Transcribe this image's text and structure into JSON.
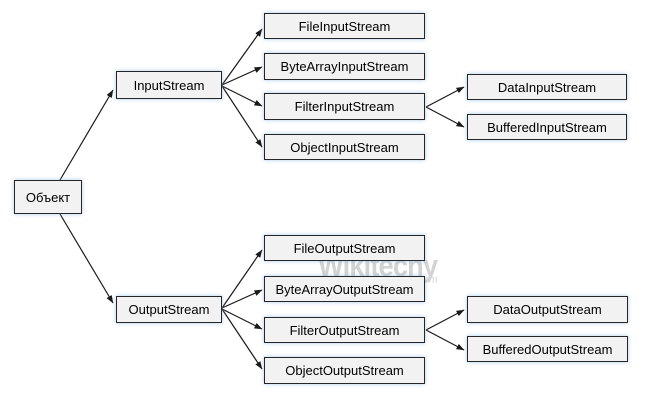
{
  "diagram": {
    "description": "Class hierarchy tree of Java I/O byte stream classes",
    "nodes": {
      "root": {
        "label": "Объект"
      },
      "input_stream": {
        "label": "InputStream"
      },
      "file_input_stream": {
        "label": "FileInputStream"
      },
      "byte_array_input_stream": {
        "label": "ByteArrayInputStream"
      },
      "filter_input_stream": {
        "label": "FilterInputStream"
      },
      "object_input_stream": {
        "label": "ObjectInputStream"
      },
      "data_input_stream": {
        "label": "DataInputStream"
      },
      "buffered_input_stream": {
        "label": "BufferedInputStream"
      },
      "output_stream": {
        "label": "OutputStream"
      },
      "file_output_stream": {
        "label": "FileOutputStream"
      },
      "byte_array_output_stream": {
        "label": "ByteArrayOutputStream"
      },
      "filter_output_stream": {
        "label": "FilterOutputStream"
      },
      "object_output_stream": {
        "label": "ObjectOutputStream"
      },
      "data_output_stream": {
        "label": "DataOutputStream"
      },
      "buffered_output_stream": {
        "label": "BufferedOutputStream"
      }
    },
    "edges": [
      {
        "from": "root",
        "to": "input_stream"
      },
      {
        "from": "root",
        "to": "output_stream"
      },
      {
        "from": "input_stream",
        "to": "file_input_stream"
      },
      {
        "from": "input_stream",
        "to": "byte_array_input_stream"
      },
      {
        "from": "input_stream",
        "to": "filter_input_stream"
      },
      {
        "from": "input_stream",
        "to": "object_input_stream"
      },
      {
        "from": "filter_input_stream",
        "to": "data_input_stream"
      },
      {
        "from": "filter_input_stream",
        "to": "buffered_input_stream"
      },
      {
        "from": "output_stream",
        "to": "file_output_stream"
      },
      {
        "from": "output_stream",
        "to": "byte_array_output_stream"
      },
      {
        "from": "output_stream",
        "to": "filter_output_stream"
      },
      {
        "from": "output_stream",
        "to": "object_output_stream"
      },
      {
        "from": "filter_output_stream",
        "to": "data_output_stream"
      },
      {
        "from": "filter_output_stream",
        "to": "buffered_output_stream"
      }
    ],
    "colors": {
      "box_fill": "#f2f2f2",
      "box_border": "#262626",
      "box_glow": "#8db3e2",
      "line": "#1a1a1a",
      "text": "#000000",
      "watermark": "#b9b9b9",
      "background": "#ffffff"
    }
  },
  "watermark": {
    "brand": "Wikitechy",
    "suffix": ".com"
  }
}
